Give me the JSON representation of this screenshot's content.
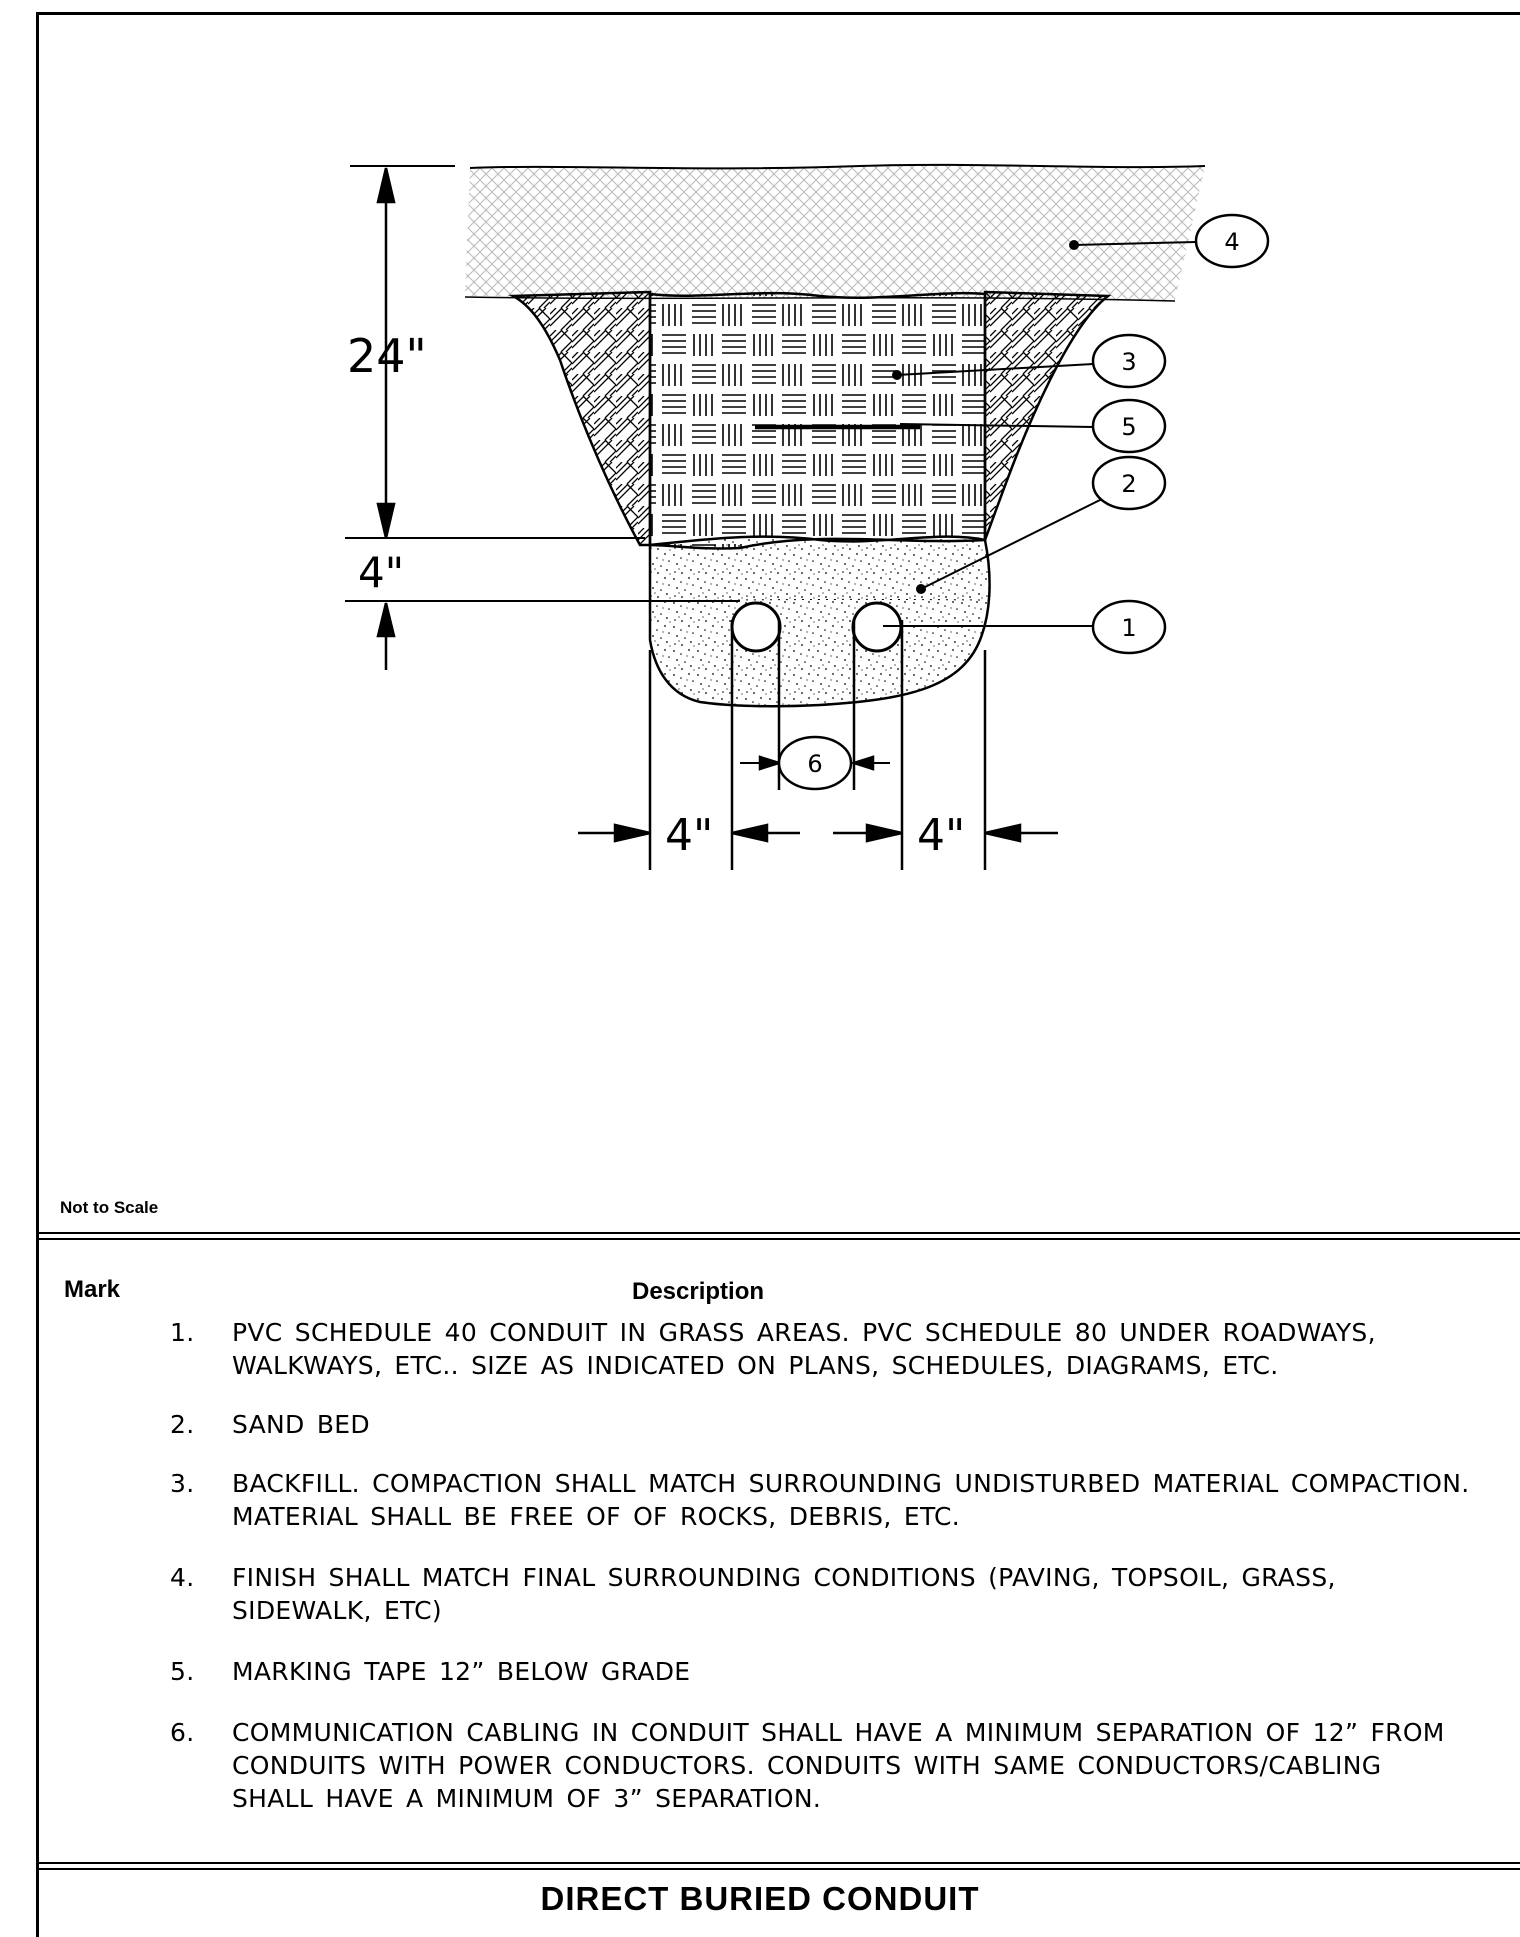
{
  "drawing": {
    "dimensions": {
      "cover_depth": "24\"",
      "bed_depth": "4\"",
      "side_clearance_left": "4\"",
      "side_clearance_right": "4\""
    },
    "callouts": [
      "1",
      "2",
      "3",
      "4",
      "5",
      "6"
    ],
    "scale_note": "Not to Scale"
  },
  "legend": {
    "mark_header": "Mark",
    "description_header": "Description",
    "notes": [
      {
        "num": "1.",
        "text": "PVC SCHEDULE 40 CONDUIT IN GRASS AREAS. PVC SCHEDULE 80 UNDER ROADWAYS,\nWALKWAYS, ETC.. SIZE AS INDICATED ON PLANS, SCHEDULES, DIAGRAMS, ETC."
      },
      {
        "num": "2.",
        "text": "SAND BED"
      },
      {
        "num": "3.",
        "text": "BACKFILL. COMPACTION SHALL MATCH SURROUNDING UNDISTURBED MATERIAL COMPACTION.\nMATERIAL SHALL BE FREE OF OF ROCKS, DEBRIS, ETC."
      },
      {
        "num": "4.",
        "text": "FINISH SHALL MATCH FINAL SURROUNDING CONDITIONS (PAVING, TOPSOIL, GRASS,\nSIDEWALK, ETC)"
      },
      {
        "num": "5.",
        "text": "MARKING TAPE 12” BELOW GRADE"
      },
      {
        "num": "6.",
        "text": "COMMUNICATION CABLING IN CONDUIT SHALL HAVE A MINIMUM SEPARATION OF 12” FROM\nCONDUITS WITH POWER CONDUCTORS. CONDUITS WITH SAME CONDUCTORS/CABLING\nSHALL HAVE A MINIMUM OF 3” SEPARATION."
      }
    ]
  },
  "title": "DIRECT BURIED CONDUIT"
}
